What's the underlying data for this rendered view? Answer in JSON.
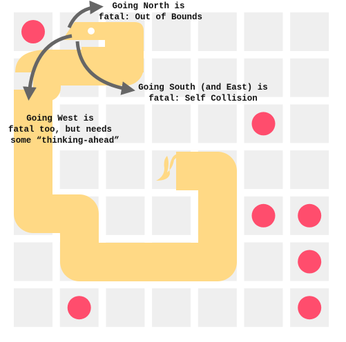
{
  "board": {
    "cols": 7,
    "rows": 7,
    "cell_color": "#efefef",
    "background": "#ffffff"
  },
  "snake": {
    "color": "#ffd985",
    "eye_color": "#ffffff"
  },
  "food": {
    "color": "#ff4d6d",
    "cells": [
      [
        0,
        0
      ],
      [
        5,
        2
      ],
      [
        5,
        4
      ],
      [
        6,
        4
      ],
      [
        6,
        5
      ],
      [
        1,
        6
      ],
      [
        6,
        6
      ]
    ]
  },
  "arrow_color": "#666666",
  "annotations": {
    "north": {
      "line1": "Going North is",
      "line2": "fatal: Out of Bounds"
    },
    "south": {
      "line1": "Going South (and East) is",
      "line2": "fatal: Self Collision"
    },
    "west": {
      "line1": "Going West is",
      "line2": "fatal too, but needs",
      "line3": "some “thinking-ahead”"
    }
  }
}
